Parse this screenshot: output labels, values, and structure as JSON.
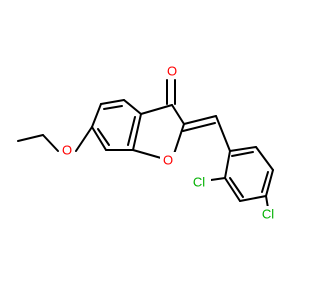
{
  "atoms": {
    "carbonyl_oxygen": "O",
    "ring_oxygen": "O",
    "ether_oxygen": "O",
    "chlorine_ortho": "Cl",
    "chlorine_para": "Cl"
  },
  "colors": {
    "bond": "#000000",
    "oxygen": "#ff0000",
    "chlorine": "#00b000",
    "background": "#ffffff"
  }
}
